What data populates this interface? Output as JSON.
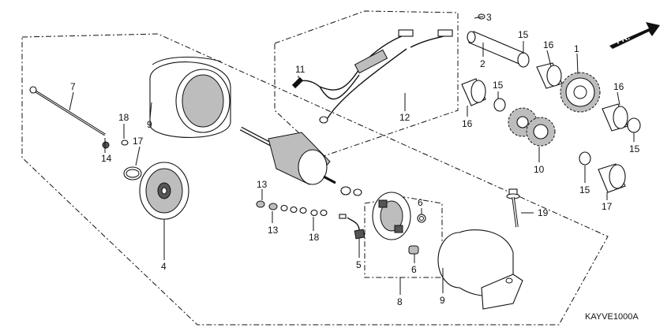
{
  "diagram_code": "KAYVE1000A",
  "direction_indicator": "FR.",
  "callouts": {
    "c1": "1",
    "c2": "2",
    "c3": "3",
    "c4": "4",
    "c5": "5",
    "c6a": "6",
    "c6b": "6",
    "c7": "7",
    "c8": "8",
    "c9a": "9",
    "c9b": "9",
    "c10": "10",
    "c11": "11",
    "c12": "12",
    "c13a": "13",
    "c13b": "13",
    "c14": "14",
    "c15a": "15",
    "c15b": "15",
    "c15c": "15",
    "c15d": "15",
    "c16a": "16",
    "c16b": "16",
    "c16c": "16",
    "c17a": "17",
    "c17b": "17",
    "c18a": "18",
    "c18b": "18",
    "c19": "19"
  }
}
